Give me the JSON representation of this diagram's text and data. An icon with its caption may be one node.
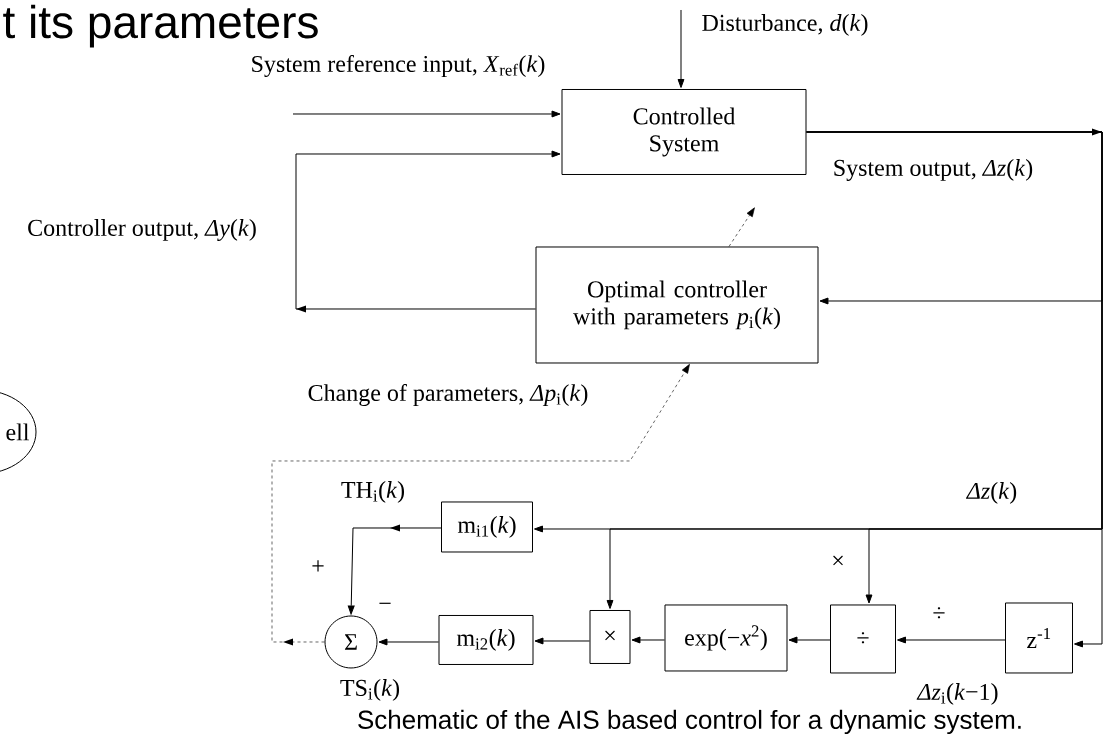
{
  "diagram": {
    "title": "t its parameters",
    "caption": "Schematic of the AIS based control for a dynamic system.",
    "nodes": [
      {
        "text": [
          "Controlled System"
        ]
      },
      {
        "text": [
          "Optimal controller with parameters *p*$_{i}$(*k*)"
        ]
      },
      {
        "text": [
          "m$_{i1}$(*k*)"
        ]
      },
      {
        "text": [
          "Σ"
        ],
        "beside": [
          "TS$_{i}$(*k*)"
        ]
      },
      {
        "text": [
          "m$_{i2}$(*k*)"
        ]
      },
      {
        "text": [
          "×"
        ]
      },
      {
        "text": [
          "exp(−*x*$^{2}$)"
        ]
      },
      {
        "text": [
          "÷"
        ]
      },
      {
        "text": [
          "z$^{-1}$"
        ],
        "beside": [
          "*Δz*$_{i}$(*k*−1)"
        ]
      },
      {
        "text": [
          "ell"
        ]
      }
    ],
    "edges": [
      {
        "from": null,
        "to": 0,
        "arrow": "to",
        "label": "System reference input, *X*$_{ref}$(*k*)"
      },
      {
        "from": null,
        "to": 0,
        "arrow": "to",
        "label": "Disturbance, *d*(*k*)"
      },
      {
        "from": 1,
        "to": 0,
        "arrow": "to",
        "label": "Controller output, *Δy*(*k*)"
      },
      {
        "from": 0,
        "to": 1,
        "arrow": "to",
        "label": "System output, *Δz*(*k*)"
      },
      {
        "from": 0,
        "to": 2,
        "arrow": "to",
        "label": "*Δz*(*k*)"
      },
      {
        "from": 0,
        "to": 5,
        "arrow": "to"
      },
      {
        "from": 0,
        "to": 7,
        "arrow": "to",
        "label": "×"
      },
      {
        "from": 0,
        "to": 8,
        "arrow": "to"
      },
      {
        "from": 8,
        "to": 7,
        "arrow": "to",
        "label": "÷"
      },
      {
        "from": 7,
        "to": 6,
        "arrow": "to"
      },
      {
        "from": 6,
        "to": 5,
        "arrow": "to"
      },
      {
        "from": 5,
        "to": 4,
        "arrow": "to"
      },
      {
        "from": 4,
        "to": 3,
        "arrow": "to"
      },
      {
        "from": 2,
        "to": 3,
        "arrow": "to",
        "label": "TH$_{i}$(*k*)"
      },
      {
        "from": 3,
        "to": 1,
        "arrow": "to",
        "label": "Change of parameters,  *Δp*$_{i}$(*k*)",
        "style": "dashed"
      },
      {
        "from": 1,
        "to": null,
        "arrow": "to",
        "style": "dashed"
      }
    ],
    "labels": [
      "+",
      "−"
    ]
  }
}
